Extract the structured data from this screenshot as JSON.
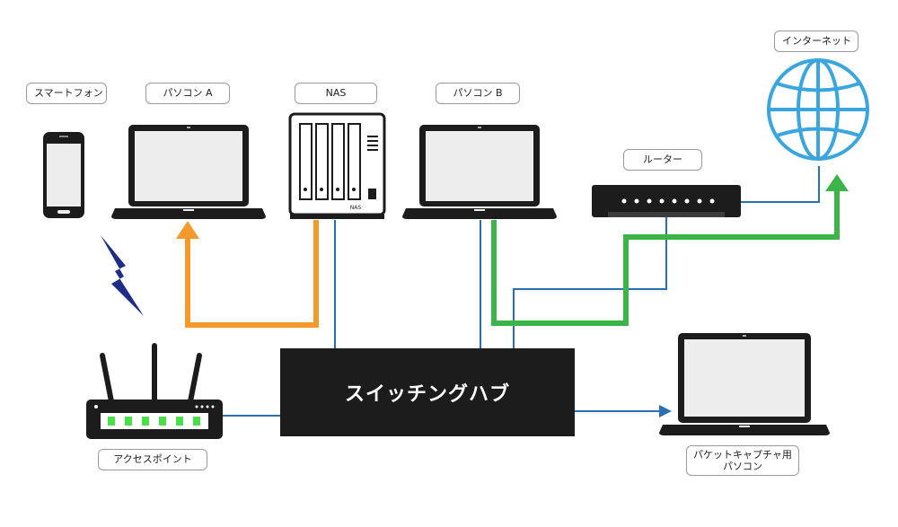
{
  "labels": {
    "smartphone": "スマートフォン",
    "pc_a": "パソコン A",
    "nas": "NAS",
    "pc_b": "パソコン B",
    "router": "ルーター",
    "internet": "インターネット",
    "access_point": "アクセスポイント",
    "capture_pc_line1": "パケットキャプチャ用",
    "capture_pc_line2": "パソコン",
    "hub": "スイッチングハブ",
    "nas_badge": "NAS"
  },
  "colors": {
    "wire": "#2a6fb0",
    "orange_flow": "#f39a2b",
    "green_flow": "#3cb44a",
    "wireless": "#1f2d86",
    "device": "#1c1c1c",
    "globe": "#3aa6dd"
  }
}
